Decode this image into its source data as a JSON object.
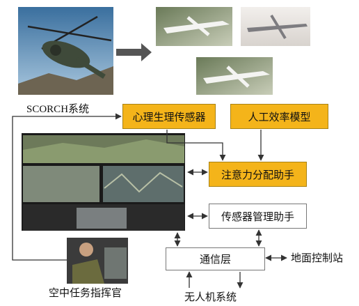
{
  "labels": {
    "scorch_system": "SCORCH系统",
    "psycho_sensor": "心理生理传感器",
    "human_efficiency_model": "人工效率模型",
    "attention_assistant": "注意力分配助手",
    "sensor_manager": "传感器管理助手",
    "comm_layer": "通信层",
    "ground_station": "地面控制站",
    "uav_system": "无人机系统",
    "air_mission_commander": "空中任务指挥官"
  },
  "colors": {
    "module_fill": "#f4b41a",
    "line": "#333333",
    "big_arrow": "#555555"
  }
}
